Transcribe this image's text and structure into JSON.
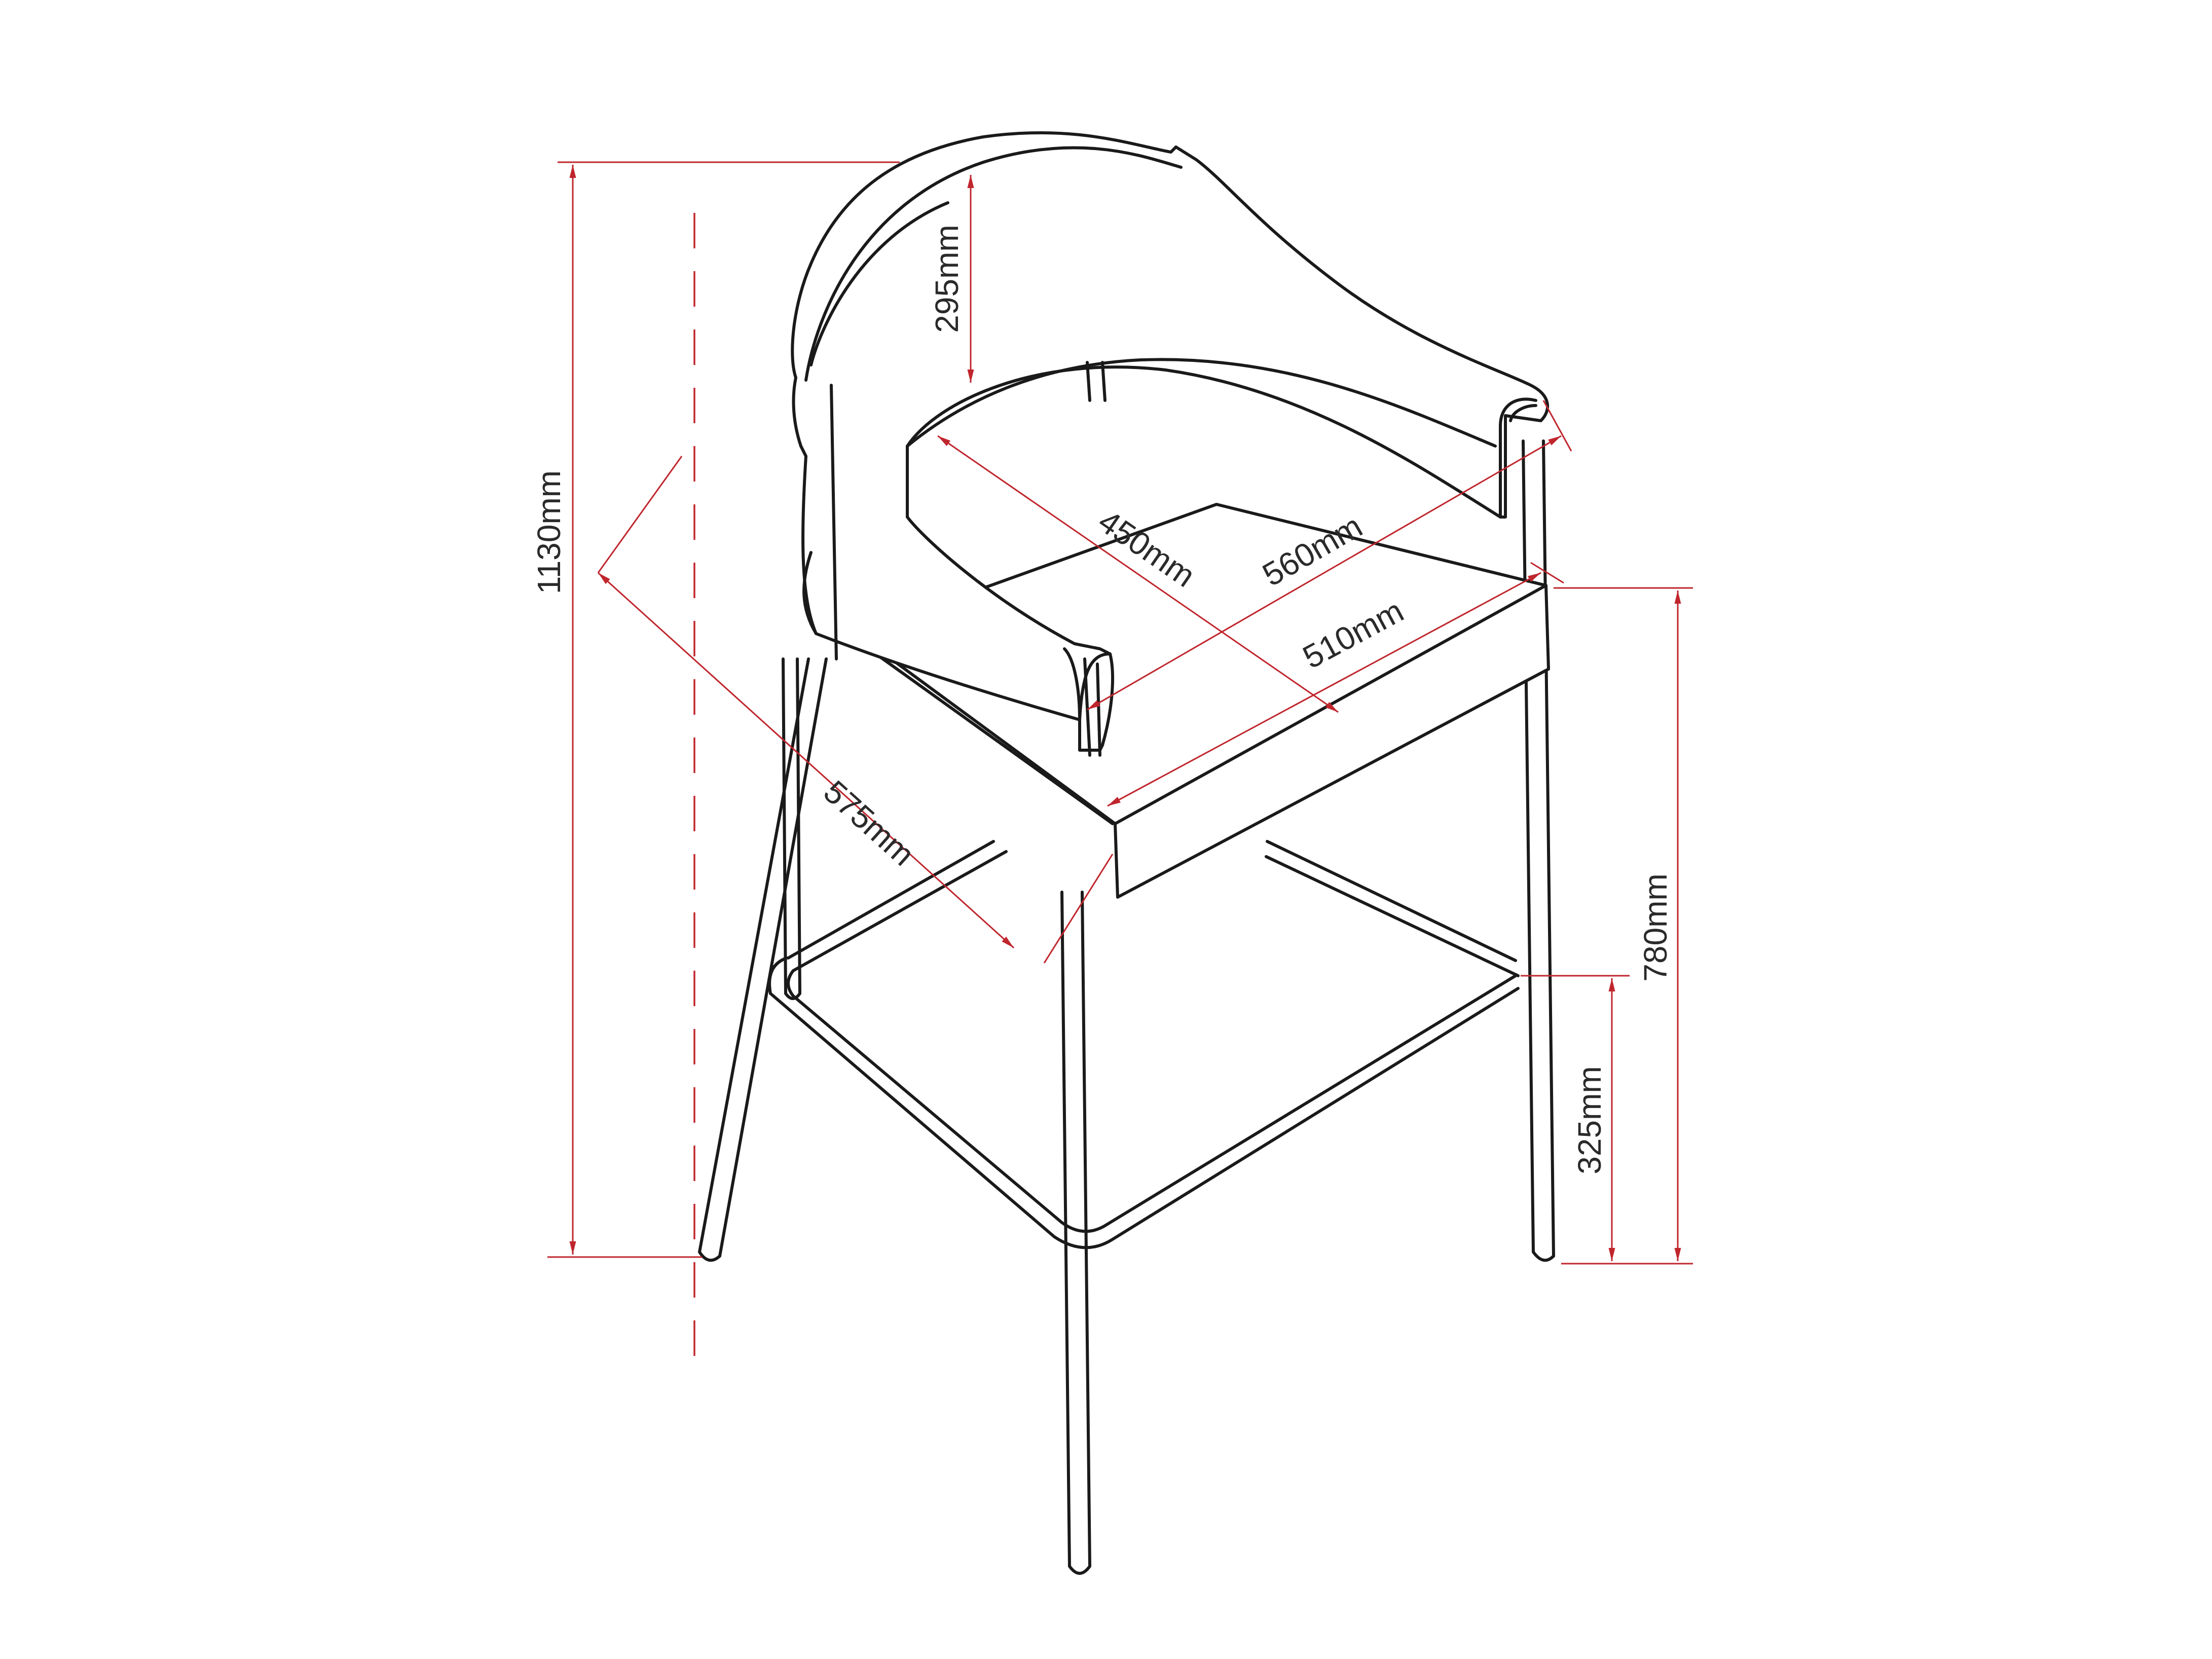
{
  "diagram": {
    "dimensions": {
      "overall_height": "1130mm",
      "backrest_height": "295mm",
      "seat_depth": "450mm",
      "armrest_width": "560mm",
      "seat_width": "510mm",
      "overall_depth": "575mm",
      "seat_height": "780mm",
      "footrest_height": "325mm"
    },
    "colors": {
      "outline": "#1a1a1a",
      "dimension_lines": "#c0262d",
      "background": "#ffffff"
    }
  }
}
